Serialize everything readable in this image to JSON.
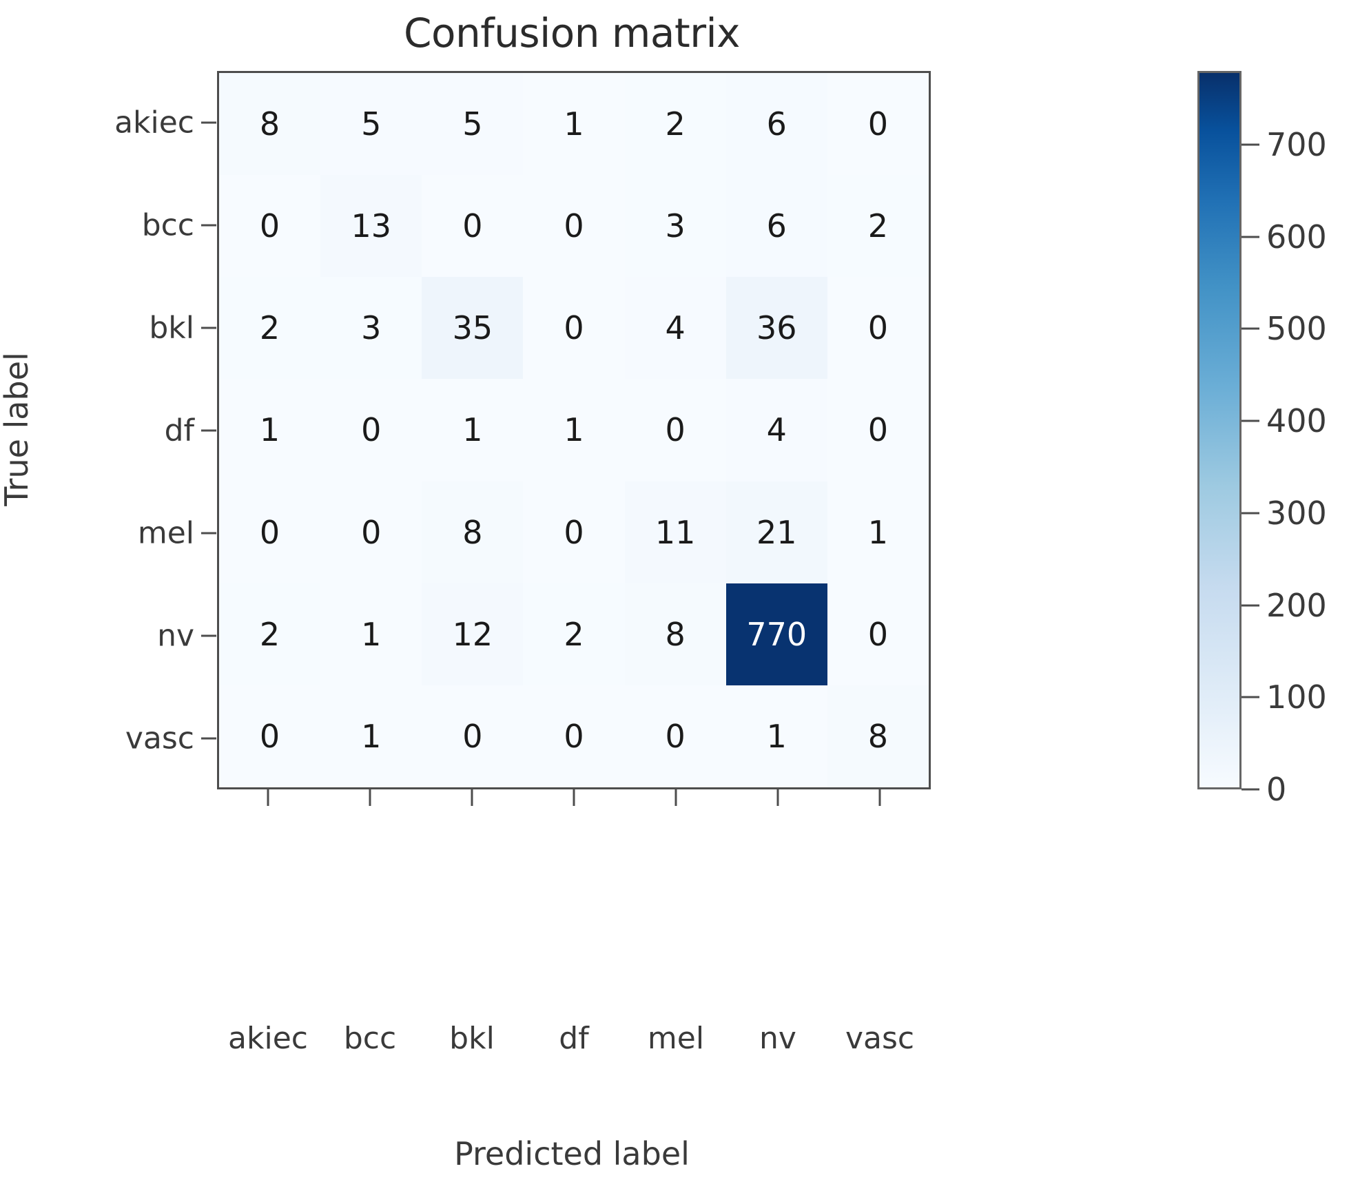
{
  "chart_data": {
    "type": "heatmap",
    "title": "Confusion matrix",
    "xlabel": "Predicted label",
    "ylabel": "True label",
    "categories": [
      "akiec",
      "bcc",
      "bkl",
      "df",
      "mel",
      "nv",
      "vasc"
    ],
    "x_tick_labels": [
      "akiec",
      "bcc",
      "bkl",
      "df",
      "mel",
      "nv",
      "vasc"
    ],
    "y_tick_labels": [
      "akiec",
      "bcc",
      "bkl",
      "df",
      "mel",
      "nv",
      "vasc"
    ],
    "rows": [
      {
        "label": "akiec",
        "values": [
          8,
          5,
          5,
          1,
          2,
          6,
          0
        ]
      },
      {
        "label": "bcc",
        "values": [
          0,
          13,
          0,
          0,
          3,
          6,
          2
        ]
      },
      {
        "label": "bkl",
        "values": [
          2,
          3,
          35,
          0,
          4,
          36,
          0
        ]
      },
      {
        "label": "df",
        "values": [
          1,
          0,
          1,
          1,
          0,
          4,
          0
        ]
      },
      {
        "label": "mel",
        "values": [
          0,
          0,
          8,
          0,
          11,
          21,
          1
        ]
      },
      {
        "label": "nv",
        "values": [
          2,
          1,
          12,
          2,
          8,
          770,
          0
        ]
      },
      {
        "label": "vasc",
        "values": [
          0,
          1,
          0,
          0,
          0,
          1,
          8
        ]
      }
    ],
    "values": [
      [
        8,
        5,
        5,
        1,
        2,
        6,
        0
      ],
      [
        0,
        13,
        0,
        0,
        3,
        6,
        2
      ],
      [
        2,
        3,
        35,
        0,
        4,
        36,
        0
      ],
      [
        1,
        0,
        1,
        1,
        0,
        4,
        0
      ],
      [
        0,
        0,
        8,
        0,
        11,
        21,
        1
      ],
      [
        2,
        1,
        12,
        2,
        8,
        770,
        0
      ],
      [
        0,
        1,
        0,
        0,
        0,
        1,
        8
      ]
    ],
    "colormap": "Blues",
    "colorbar": {
      "ticks": [
        0,
        100,
        200,
        300,
        400,
        500,
        600,
        700
      ],
      "tick_labels": [
        "0",
        "100",
        "200",
        "300",
        "400",
        "500",
        "600",
        "700"
      ],
      "vmin": 0,
      "vmax": 780,
      "position": "right"
    },
    "grid": false,
    "legend": null,
    "colors": {
      "cmap_low": "#f7fbff",
      "cmap_high": "#08306b",
      "axis": "#4d4d4d",
      "text": "#262626"
    }
  }
}
